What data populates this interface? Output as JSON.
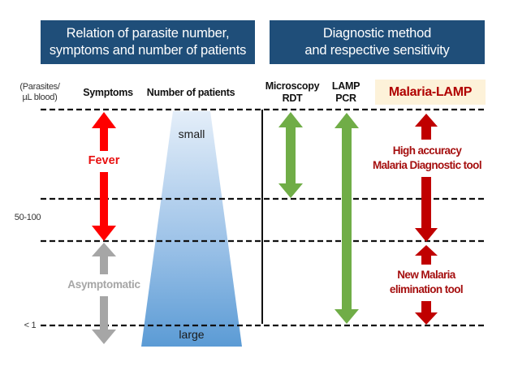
{
  "headers": {
    "left_line1": "Relation of parasite number,",
    "left_line2": "symptoms and number of patients",
    "right_line1": "Diagnostic method",
    "right_line2": "and respective sensitivity"
  },
  "axis": {
    "unit_line1": "(Parasites/",
    "unit_line2": "µL blood)",
    "tick_mid": "50-100",
    "tick_low": "< 1"
  },
  "columns": {
    "symptoms": "Symptoms",
    "patients": "Number of patients",
    "microscopy_line1": "Microscopy",
    "microscopy_line2": "RDT",
    "lamp_line1": "LAMP",
    "lamp_line2": "PCR",
    "malaria_lamp": "Malaria-LAMP"
  },
  "symptoms": {
    "fever": "Fever",
    "asymptomatic": "Asymptomatic"
  },
  "patients": {
    "top": "small",
    "bottom": "large"
  },
  "malaria_lamp": {
    "upper_line1": "High accuracy",
    "upper_line2": "Malaria Diagnostic tool",
    "lower_line1": "New Malaria",
    "lower_line2": "elimination tool"
  },
  "colors": {
    "header_bg": "#1f4e79",
    "fever_red": "#ff0000",
    "asymptomatic_gray": "#a6a6a6",
    "method_green": "#70ad47",
    "lamp_darkred": "#c00000",
    "lamp_box_bg": "#fdf2d9",
    "trapezoid_top": "#deebf7",
    "trapezoid_bottom": "#5b9bd5"
  }
}
